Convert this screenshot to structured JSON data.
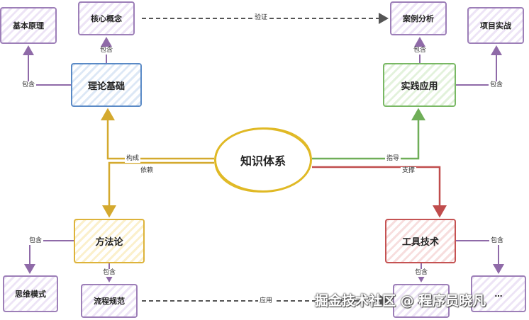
{
  "center": {
    "label": "知识体系"
  },
  "nodes": {
    "theory": "理论基础",
    "practice": "实践应用",
    "methodology": "方法论",
    "tools": "工具技术",
    "basic_principles": "基本原理",
    "core_concepts": "核心概念",
    "case_analysis": "案例分析",
    "project_practice": "项目实战",
    "thinking_patterns": "思维模式",
    "process_standards": "流程规范",
    "tools_hidden_left": "…",
    "tools_hidden_right": "…"
  },
  "edge_labels": {
    "compose": "构成",
    "depend": "依赖",
    "guide": "指导",
    "support": "支撑",
    "contain": "包含",
    "verify": "验证",
    "apply": "应用"
  },
  "watermark": "掘金技术社区 @ 程序员晓凡",
  "colors": {
    "purple": "#9d7fb8",
    "blue": "#5a8ac6",
    "green": "#79b864",
    "yellow": "#ddb33a",
    "red": "#c55353",
    "dashed": "#555555"
  }
}
